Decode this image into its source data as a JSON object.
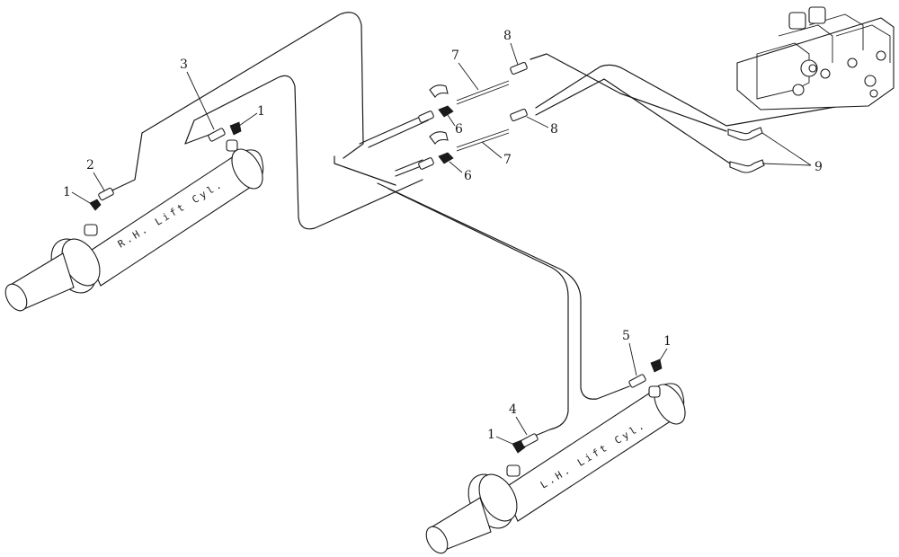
{
  "cylinders": {
    "rh_label": "R.H. Lift Cyl.",
    "lh_label": "L.H. Lift Cyl."
  },
  "callouts": {
    "c1_a": "1",
    "c1_b": "1",
    "c1_c": "1",
    "c1_d": "1",
    "c2": "2",
    "c3": "3",
    "c4": "4",
    "c5": "5",
    "c6_a": "6",
    "c6_b": "6",
    "c7_a": "7",
    "c7_b": "7",
    "c8_a": "8",
    "c8_b": "8",
    "c9": "9"
  }
}
